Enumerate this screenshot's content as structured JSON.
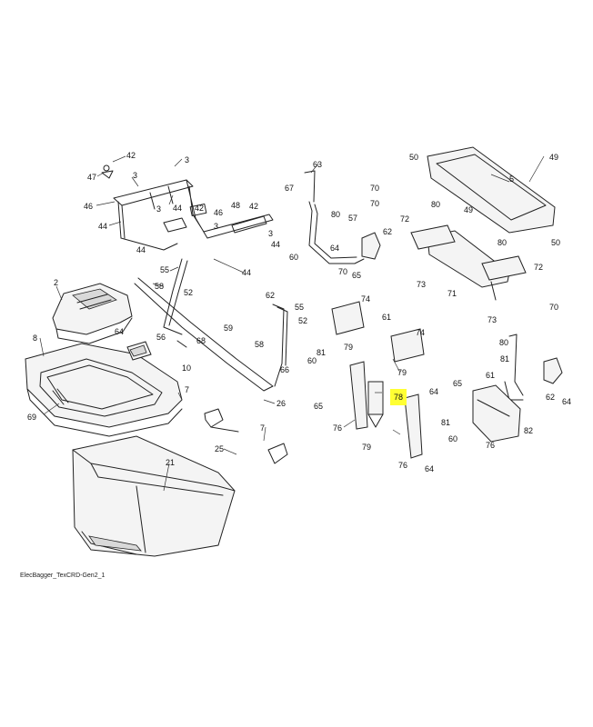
{
  "caption": "ElecBagger_TexCRD-Gen2_1",
  "highlight_color": "#ffff33",
  "highlighted_part": "78",
  "callouts": [
    "42",
    "47",
    "3",
    "3",
    "46",
    "44",
    "44",
    "3",
    "44",
    "42",
    "46",
    "48",
    "42",
    "3",
    "3",
    "44",
    "44",
    "63",
    "67",
    "70",
    "70",
    "80",
    "57",
    "64",
    "62",
    "60",
    "70",
    "65",
    "49",
    "50",
    "5",
    "49",
    "72",
    "80",
    "50",
    "80",
    "72",
    "73",
    "71",
    "73",
    "2",
    "55",
    "58",
    "52",
    "62",
    "55",
    "52",
    "74",
    "64",
    "61",
    "8",
    "56",
    "68",
    "59",
    "58",
    "79",
    "74",
    "60",
    "81",
    "78",
    "10",
    "66",
    "65",
    "79",
    "64",
    "70",
    "80",
    "81",
    "61",
    "62",
    "64",
    "7",
    "26",
    "69",
    "25",
    "7",
    "81",
    "79",
    "60",
    "64",
    "76",
    "76",
    "21",
    "65",
    "76",
    "82"
  ]
}
